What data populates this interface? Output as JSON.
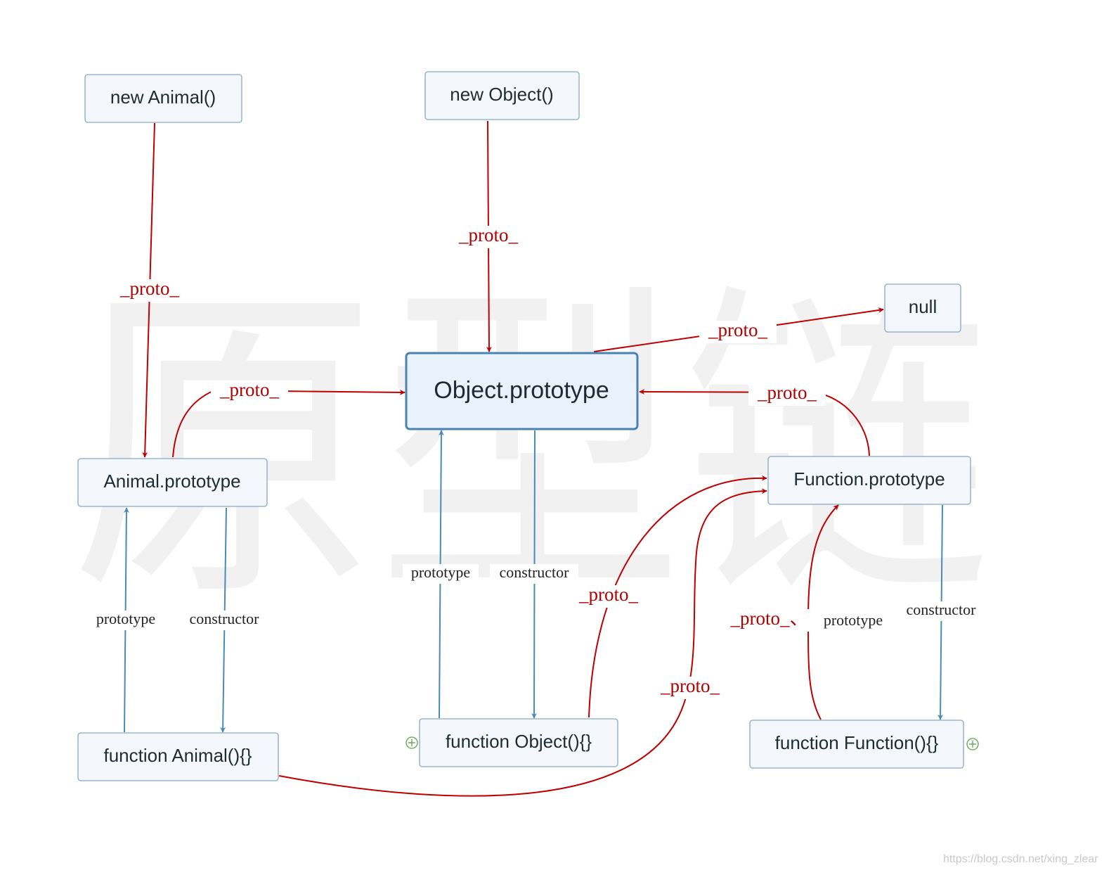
{
  "watermark": "原型链",
  "nodes": {
    "new_animal": "new Animal()",
    "new_object": "new Object()",
    "null_node": "null",
    "object_prototype": "Object.prototype",
    "animal_prototype": "Animal.prototype",
    "function_prototype": "Function.prototype",
    "function_animal": "function Animal(){}",
    "function_object": "function Object(){}",
    "function_function": "function Function(){}"
  },
  "edge_labels": {
    "proto": "_proto_",
    "proto_prototype": "_proto_、",
    "prototype": "prototype",
    "constructor": "constructor"
  },
  "credit": "https://blog.csdn.net/xing_zlear",
  "colors": {
    "proto_edge": "#c00000",
    "prototype_edge": "#4a8bb5",
    "node_border": "#86a7c4",
    "expand_icon": "#5aa54a"
  }
}
